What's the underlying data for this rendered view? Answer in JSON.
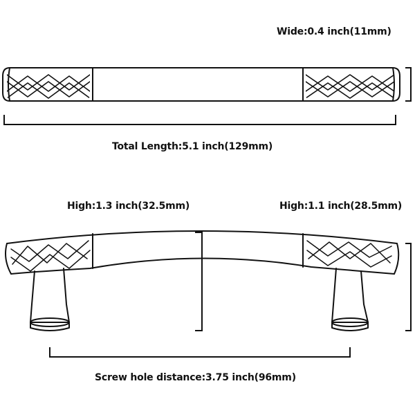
{
  "labels": {
    "wide": "Wide:0.4 inch(11mm)",
    "total_length": "Total Length:5.1 inch(129mm)",
    "high_left": "High:1.3 inch(32.5mm)",
    "high_right": "High:1.1 inch(28.5mm)",
    "screw_hole_distance": "Screw hole distance:3.75 inch(96mm)"
  },
  "colors": {
    "line": "#111111",
    "background": "#ffffff"
  }
}
